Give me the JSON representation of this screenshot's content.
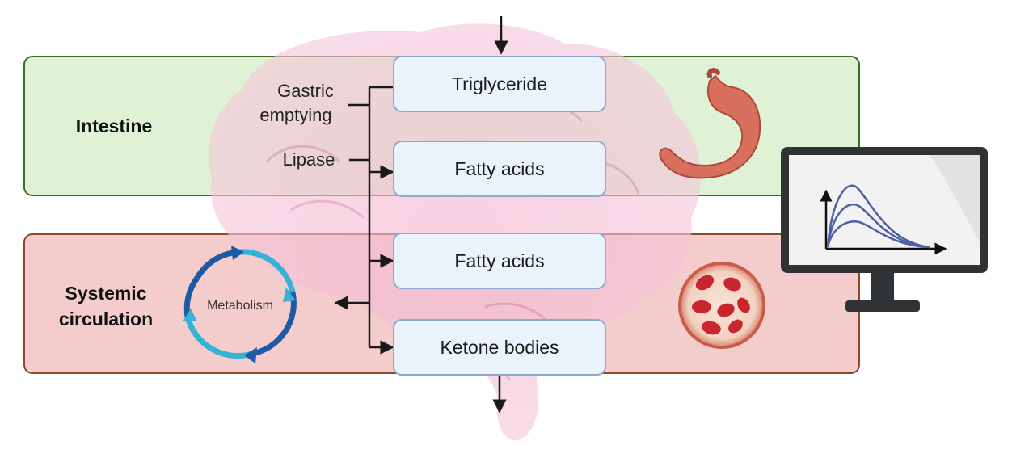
{
  "bands": {
    "intestine": {
      "label": "Intestine",
      "fill": "#dff2d6",
      "stroke": "#3d6b2a"
    },
    "systemic": {
      "label_line1": "Systemic",
      "label_line2": "circulation",
      "fill": "#f3cccb",
      "stroke": "#8a4a2c"
    }
  },
  "boxes": {
    "triglyceride": "Triglyceride",
    "fatty_acids_intestine": "Fatty acids",
    "fatty_acids_circulation": "Fatty acids",
    "ketone_bodies": "Ketone bodies",
    "fill": "#eaf2fb",
    "stroke": "#8fa8cf"
  },
  "side_labels": {
    "gastric_line1": "Gastric",
    "gastric_line2": "emptying",
    "lipase": "Lipase"
  },
  "metabolism": {
    "label": "Metabolism",
    "colors": [
      "#1d5aa6",
      "#35b3d6"
    ]
  },
  "icons": [
    "brain-icon",
    "stomach-icon",
    "blood-vessel-icon",
    "monitor-icon",
    "pk-curve-icon"
  ],
  "colors": {
    "brain": "#f0a9c8",
    "stomach": "#d9705e",
    "blood_cell": "#c8252f",
    "monitor_frame": "#2f3336",
    "curve": "#4d5fa6",
    "arrow": "#1a1a1a"
  }
}
